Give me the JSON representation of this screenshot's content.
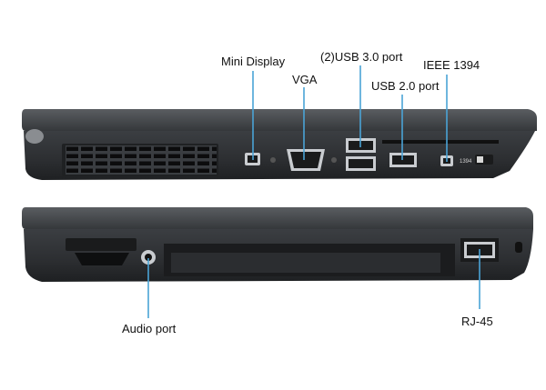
{
  "labels": {
    "mini_display": "Mini Display",
    "vga": "VGA",
    "usb3": "(2)USB 3.0 port",
    "ieee1394": "IEEE 1394",
    "usb2": "USB 2.0 port",
    "audio": "Audio port",
    "rj45": "RJ-45",
    "port_1394_marking": "1394"
  },
  "colors": {
    "body_dark": "#2e3033",
    "body_mid": "#45484c",
    "edge_light": "#6a6e73",
    "leader_line": "#4aa3d6",
    "label_text": "#111111"
  }
}
